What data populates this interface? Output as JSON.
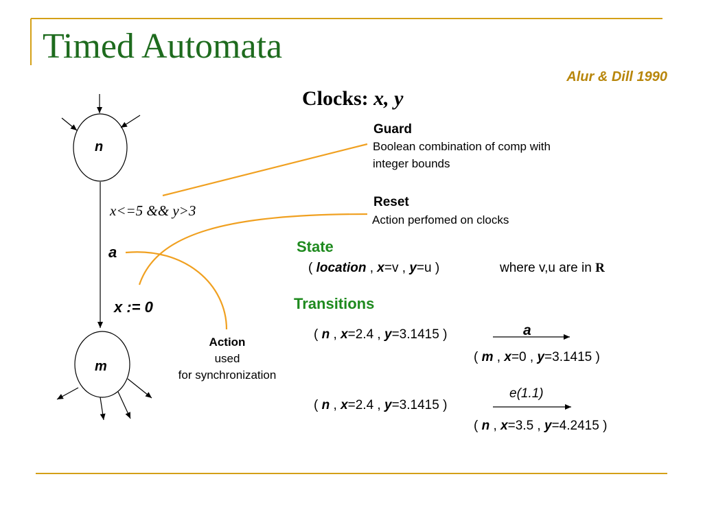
{
  "title": "Timed Automata",
  "citation": "Alur & Dill 1990",
  "clocks": {
    "label": "Clocks:",
    "vars": "x, y"
  },
  "guard": {
    "heading": "Guard",
    "line1": "Boolean combination of comp with",
    "line2": "integer bounds"
  },
  "reset": {
    "heading": "Reset",
    "line1": "Action perfomed on clocks"
  },
  "state": {
    "heading": "State",
    "open": "(",
    "location": "location",
    "x": "x",
    "xval": "=v ,",
    "y": "y",
    "yval": "=u )",
    "where": "where v,u are in",
    "reals": "R"
  },
  "transitions": {
    "heading": "Transitions",
    "t1": {
      "lp": "(",
      "loc": "n",
      "x": "x",
      "xv": "=2.4 ,",
      "y": "y",
      "yv": "=3.1415 )",
      "label": "a",
      "lp2": "(",
      "loc2": "m",
      "x2": "x",
      "xv2": "=0 ,",
      "y2": "y",
      "yv2": "=3.1415 )"
    },
    "t2": {
      "lp": "(",
      "loc": "n",
      "x": "x",
      "xv": "=2.4 ,",
      "y": "y",
      "yv": "=3.1415 )",
      "label": "e(1.1)",
      "lp2": "(",
      "loc2": "n",
      "x2": "x",
      "xv2": "=3.5 ,",
      "y2": "y",
      "yv2": "=4.2415 )"
    }
  },
  "automaton": {
    "node_n": "n",
    "node_m": "m",
    "guard_expr": "x<=5 && y>3",
    "action": "a",
    "reset_expr": "x := 0"
  },
  "action_note": {
    "heading": "Action",
    "line1": "used",
    "line2": "for synchronization"
  },
  "colors": {
    "title": "#1e6b1e",
    "accent": "#f0a020",
    "citation": "#b8860b",
    "state": "#1e8a1e"
  }
}
